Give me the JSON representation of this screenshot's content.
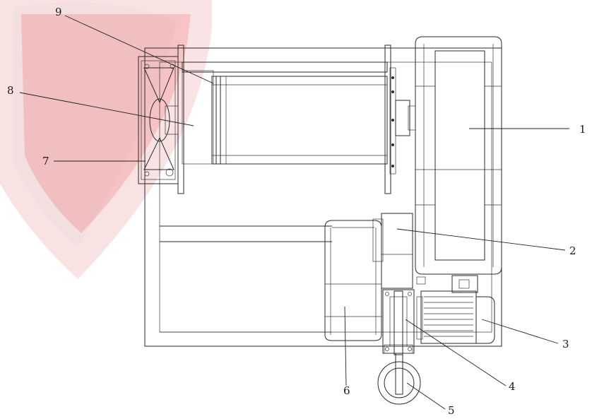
{
  "figure": {
    "callouts": [
      {
        "id": "1",
        "label": "1"
      },
      {
        "id": "2",
        "label": "2"
      },
      {
        "id": "3",
        "label": "3"
      },
      {
        "id": "4",
        "label": "4"
      },
      {
        "id": "5",
        "label": "5"
      },
      {
        "id": "6",
        "label": "6"
      },
      {
        "id": "7",
        "label": "7"
      },
      {
        "id": "8",
        "label": "8"
      },
      {
        "id": "9",
        "label": "9"
      }
    ],
    "watermark": {
      "description": "red shield emblem",
      "color": "#d8262c"
    },
    "colors": {
      "line": "#2a2a2a",
      "background": "#ffffff",
      "fan_tint": "#c0392b"
    }
  }
}
